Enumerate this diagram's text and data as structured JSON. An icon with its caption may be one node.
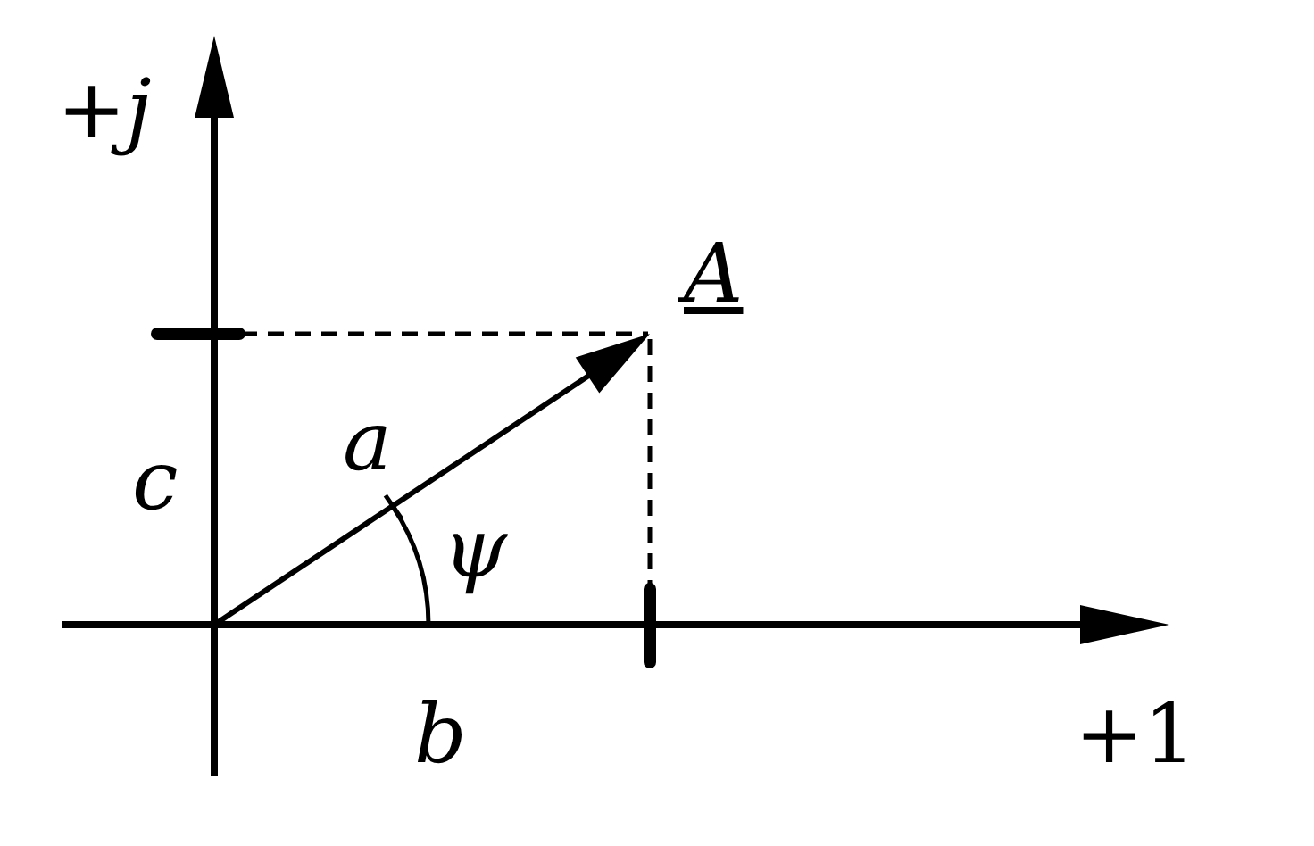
{
  "diagram": {
    "labels": [
      "+*j*",
      "A",
      "c",
      "a",
      "ψ",
      "b",
      "+1"
    ]
  }
}
